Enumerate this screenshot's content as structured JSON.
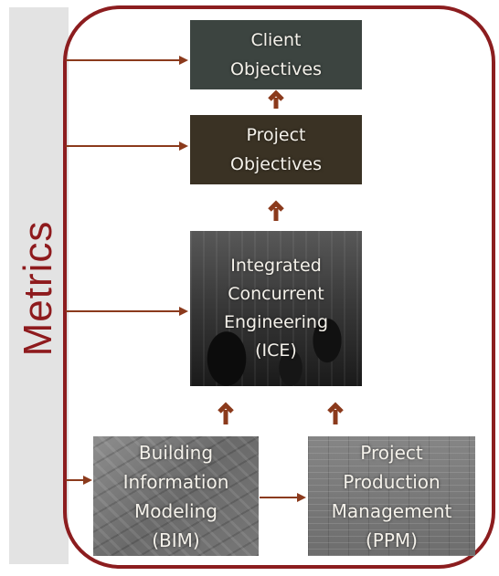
{
  "sidebar": {
    "label": "Metrics"
  },
  "boxes": {
    "client_objectives": [
      "Client",
      "Objectives"
    ],
    "project_objectives": [
      "Project",
      "Objectives"
    ],
    "ice": [
      "Integrated",
      "Concurrent",
      "Engineering",
      "(ICE)"
    ],
    "bim": [
      "Building",
      "Information",
      "Modeling",
      "(BIM)"
    ],
    "ppm": [
      "Project",
      "Production",
      "Management",
      "(PPM)"
    ]
  },
  "colors": {
    "accent_red": "#8c1d1f",
    "arrow": "#8b3a1c",
    "client_box": "#3c4440",
    "project_box": "#3a3224",
    "sidebar": "#e3e3e3"
  }
}
